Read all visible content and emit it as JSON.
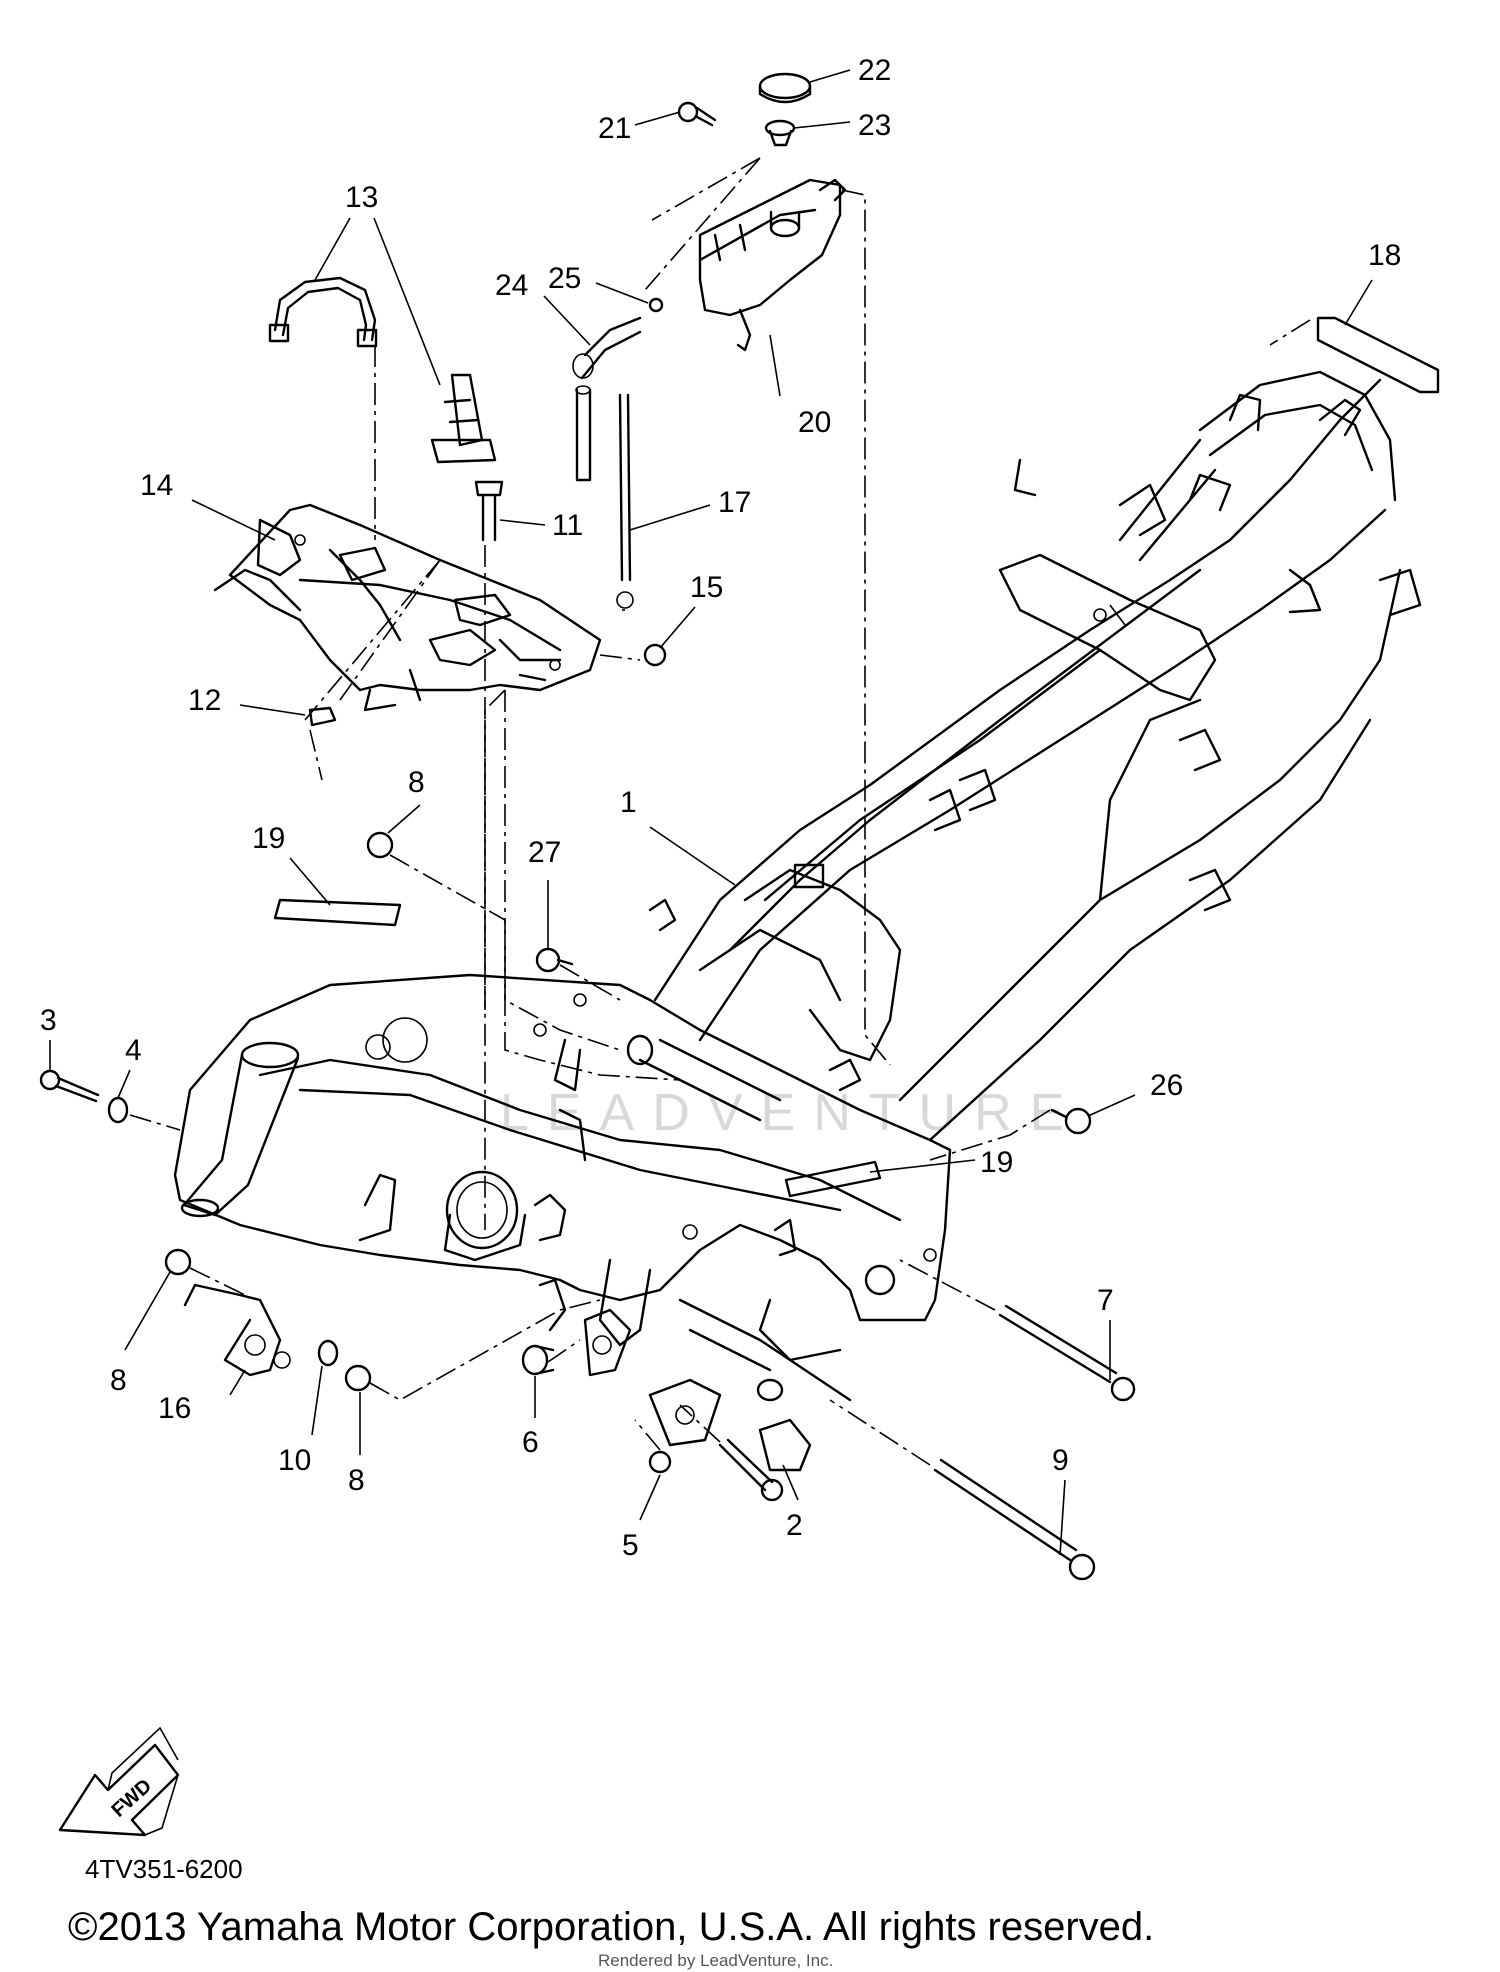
{
  "diagram": {
    "callouts": [
      {
        "id": "1",
        "text": "1"
      },
      {
        "id": "2",
        "text": "2"
      },
      {
        "id": "3",
        "text": "3"
      },
      {
        "id": "4",
        "text": "4"
      },
      {
        "id": "5",
        "text": "5"
      },
      {
        "id": "6",
        "text": "6"
      },
      {
        "id": "7",
        "text": "7"
      },
      {
        "id": "8a",
        "text": "8"
      },
      {
        "id": "8b",
        "text": "8"
      },
      {
        "id": "8c",
        "text": "8"
      },
      {
        "id": "9",
        "text": "9"
      },
      {
        "id": "10",
        "text": "10"
      },
      {
        "id": "11",
        "text": "11"
      },
      {
        "id": "12",
        "text": "12"
      },
      {
        "id": "13",
        "text": "13"
      },
      {
        "id": "14",
        "text": "14"
      },
      {
        "id": "15",
        "text": "15"
      },
      {
        "id": "16",
        "text": "16"
      },
      {
        "id": "17",
        "text": "17"
      },
      {
        "id": "18",
        "text": "18"
      },
      {
        "id": "19a",
        "text": "19"
      },
      {
        "id": "19b",
        "text": "19"
      },
      {
        "id": "20",
        "text": "20"
      },
      {
        "id": "21",
        "text": "21"
      },
      {
        "id": "22",
        "text": "22"
      },
      {
        "id": "23",
        "text": "23"
      },
      {
        "id": "24",
        "text": "24"
      },
      {
        "id": "25",
        "text": "25"
      },
      {
        "id": "26",
        "text": "26"
      },
      {
        "id": "27",
        "text": "27"
      }
    ],
    "fwd_label": "FWD",
    "part_code": "4TV351-6200",
    "watermark": "LEADVENTURE",
    "copyright": "©2013 Yamaha Motor Corporation, U.S.A. All rights reserved.",
    "rendered_by": "Rendered by LeadVenture, Inc."
  }
}
